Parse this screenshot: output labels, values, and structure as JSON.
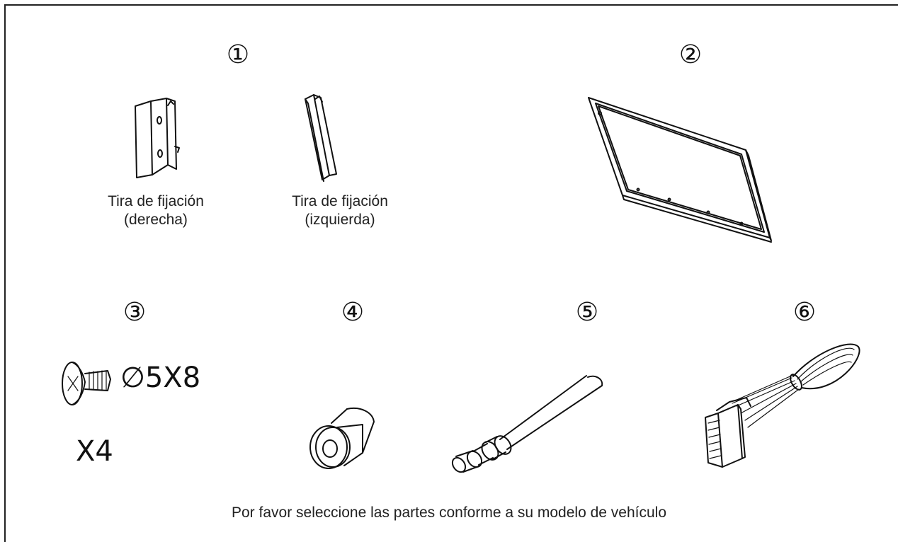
{
  "items": [
    {
      "number": "①",
      "labels": [
        {
          "line1": "Tira de fijación",
          "line2": "(derecha)"
        },
        {
          "line1": "Tira de fijación",
          "line2": "(izquierda)"
        }
      ]
    },
    {
      "number": "②"
    },
    {
      "number": "③",
      "spec": "∅5X8",
      "quantity": "X4"
    },
    {
      "number": "④"
    },
    {
      "number": "⑤"
    },
    {
      "number": "⑥"
    }
  ],
  "footer": "Por favor seleccione las partes conforme a su modelo de vehículo"
}
